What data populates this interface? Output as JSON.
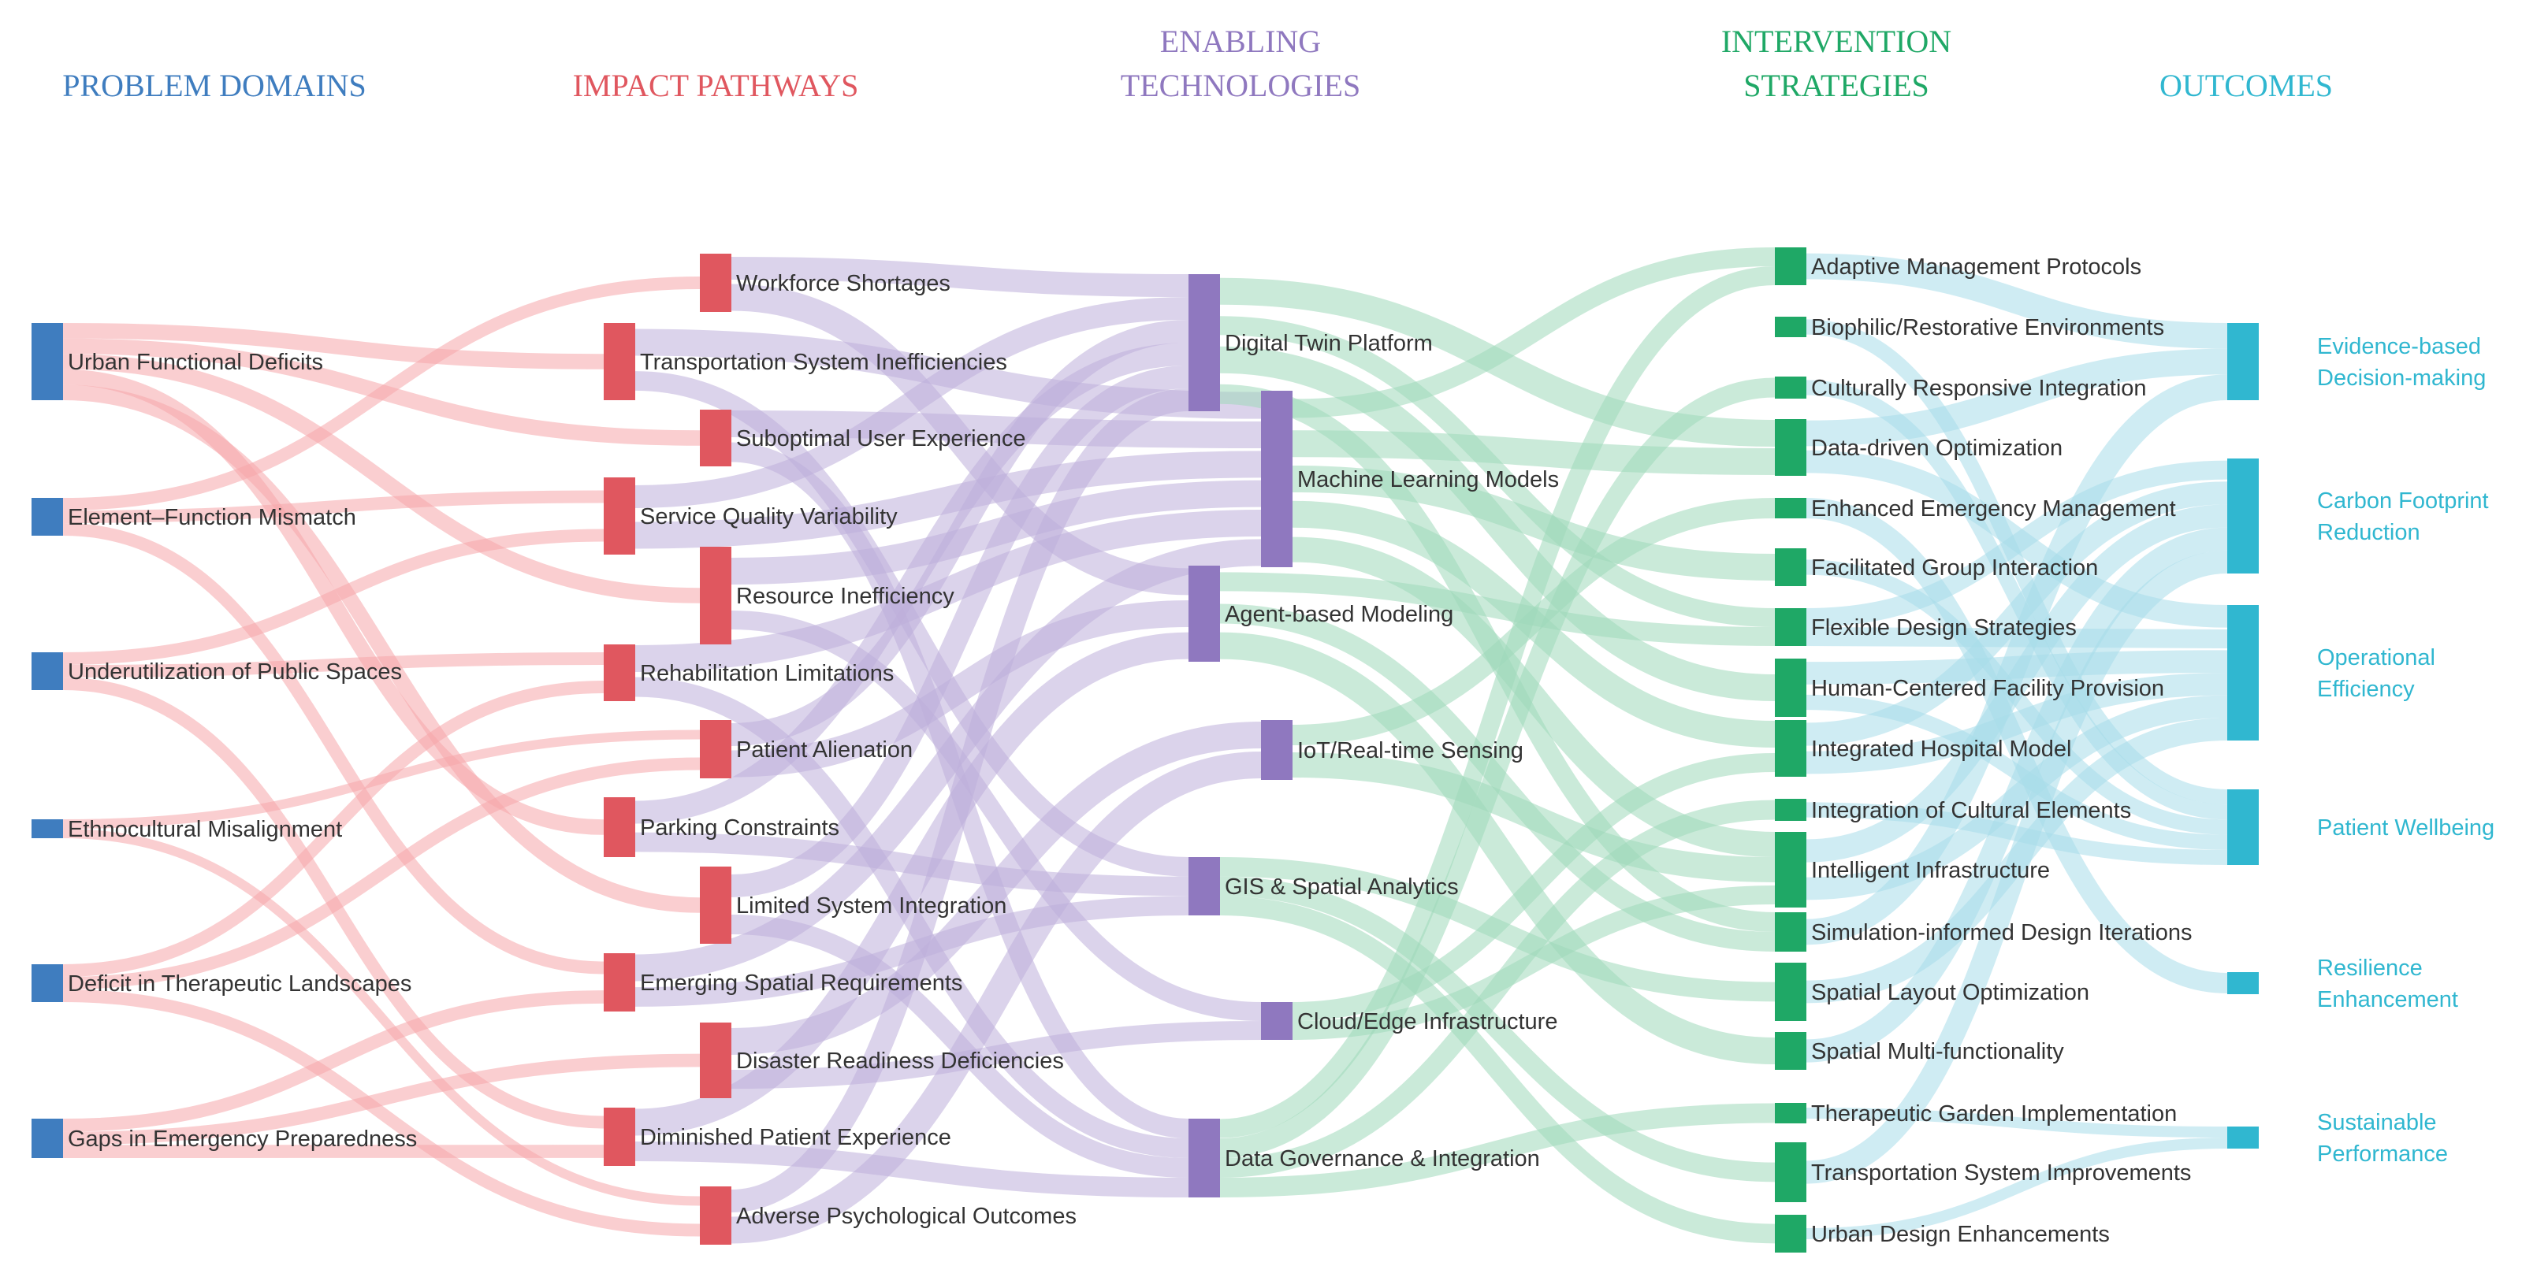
{
  "columns": [
    {
      "id": "problem",
      "title_lines": [
        "PROBLEM DOMAINS"
      ],
      "color": "#3f7dbf"
    },
    {
      "id": "impact",
      "title_lines": [
        "IMPACT PATHWAYS"
      ],
      "color": "#e0575f"
    },
    {
      "id": "tech",
      "title_lines": [
        "ENABLING",
        "TECHNOLOGIES"
      ],
      "color": "#8f78bf"
    },
    {
      "id": "strategy",
      "title_lines": [
        "INTERVENTION",
        "STRATEGIES"
      ],
      "color": "#1fa866"
    },
    {
      "id": "outcome",
      "title_lines": [
        "OUTCOMES"
      ],
      "color": "#30b7d0"
    }
  ],
  "link_colors": {
    "problem": "#f5a6aa",
    "impact": "#bdaedb",
    "tech": "#9fd9b9",
    "strategy": "#a8dce9"
  },
  "nodes": {
    "problem": [
      "Urban Functional Deficits",
      "Element–Function Mismatch",
      "Underutilization of Public Spaces",
      "Ethnocultural Misalignment",
      "Deficit in Therapeutic Landscapes",
      "Gaps in Emergency Preparedness"
    ],
    "impact": [
      "Workforce Shortages",
      "Transportation System Inefficiencies",
      "Suboptimal User Experience",
      "Service Quality Variability",
      "Resource Inefficiency",
      "Rehabilitation Limitations",
      "Patient Alienation",
      "Parking Constraints",
      "Limited System Integration",
      "Emerging Spatial Requirements",
      "Disaster Readiness Deficiencies",
      "Diminished Patient Experience",
      "Adverse Psychological Outcomes"
    ],
    "tech": [
      "Digital Twin Platform",
      "Machine Learning Models",
      "Agent-based Modeling",
      "IoT/Real-time Sensing",
      "GIS & Spatial Analytics",
      "Cloud/Edge Infrastructure",
      "Data Governance & Integration"
    ],
    "strategy": [
      "Adaptive Management Protocols",
      "Biophilic/Restorative Environments",
      "Culturally Responsive Integration",
      "Data-driven Optimization",
      "Enhanced Emergency Management",
      "Facilitated Group Interaction",
      "Flexible Design Strategies",
      "Human-Centered Facility Provision",
      "Integrated Hospital Model",
      "Integration of Cultural Elements",
      "Intelligent Infrastructure",
      "Simulation-informed Design Iterations",
      "Spatial Layout Optimization",
      "Spatial Multi-functionality",
      "Therapeutic Garden Implementation",
      "Transportation System Improvements",
      "Urban Design Enhancements"
    ],
    "outcome": [
      [
        "Evidence-based",
        "Decision-making"
      ],
      [
        "Carbon Footprint",
        "Reduction"
      ],
      [
        "Operational",
        "Efficiency"
      ],
      [
        "Patient Wellbeing"
      ],
      [
        "Resilience",
        "Enhancement"
      ],
      [
        "Sustainable",
        "Performance"
      ]
    ]
  },
  "links": [
    [
      "problem",
      0,
      "impact",
      1
    ],
    [
      "problem",
      0,
      "impact",
      2
    ],
    [
      "problem",
      0,
      "impact",
      4
    ],
    [
      "problem",
      0,
      "impact",
      7
    ],
    [
      "problem",
      0,
      "impact",
      8
    ],
    [
      "problem",
      1,
      "impact",
      0
    ],
    [
      "problem",
      1,
      "impact",
      3
    ],
    [
      "problem",
      1,
      "impact",
      9
    ],
    [
      "problem",
      2,
      "impact",
      3
    ],
    [
      "problem",
      2,
      "impact",
      5
    ],
    [
      "problem",
      2,
      "impact",
      11
    ],
    [
      "problem",
      3,
      "impact",
      6
    ],
    [
      "problem",
      3,
      "impact",
      12
    ],
    [
      "problem",
      4,
      "impact",
      5
    ],
    [
      "problem",
      4,
      "impact",
      6
    ],
    [
      "problem",
      4,
      "impact",
      12
    ],
    [
      "problem",
      5,
      "impact",
      10
    ],
    [
      "problem",
      5,
      "impact",
      9
    ],
    [
      "problem",
      5,
      "impact",
      11
    ],
    [
      "impact",
      0,
      "tech",
      0
    ],
    [
      "impact",
      0,
      "tech",
      2
    ],
    [
      "impact",
      1,
      "tech",
      1
    ],
    [
      "impact",
      1,
      "tech",
      4
    ],
    [
      "impact",
      2,
      "tech",
      1
    ],
    [
      "impact",
      2,
      "tech",
      6
    ],
    [
      "impact",
      3,
      "tech",
      0
    ],
    [
      "impact",
      3,
      "tech",
      1
    ],
    [
      "impact",
      4,
      "tech",
      1
    ],
    [
      "impact",
      4,
      "tech",
      5
    ],
    [
      "impact",
      5,
      "tech",
      1
    ],
    [
      "impact",
      5,
      "tech",
      6
    ],
    [
      "impact",
      6,
      "tech",
      0
    ],
    [
      "impact",
      6,
      "tech",
      2
    ],
    [
      "impact",
      7,
      "tech",
      0
    ],
    [
      "impact",
      7,
      "tech",
      4
    ],
    [
      "impact",
      8,
      "tech",
      0
    ],
    [
      "impact",
      8,
      "tech",
      6
    ],
    [
      "impact",
      9,
      "tech",
      1
    ],
    [
      "impact",
      9,
      "tech",
      4
    ],
    [
      "impact",
      10,
      "tech",
      3
    ],
    [
      "impact",
      10,
      "tech",
      5
    ],
    [
      "impact",
      11,
      "tech",
      2
    ],
    [
      "impact",
      11,
      "tech",
      6
    ],
    [
      "impact",
      12,
      "tech",
      0
    ],
    [
      "impact",
      12,
      "tech",
      3
    ],
    [
      "tech",
      0,
      "strategy",
      3
    ],
    [
      "tech",
      0,
      "strategy",
      7
    ],
    [
      "tech",
      0,
      "strategy",
      11
    ],
    [
      "tech",
      0,
      "strategy",
      6
    ],
    [
      "tech",
      1,
      "strategy",
      0
    ],
    [
      "tech",
      1,
      "strategy",
      3
    ],
    [
      "tech",
      1,
      "strategy",
      5
    ],
    [
      "tech",
      1,
      "strategy",
      8
    ],
    [
      "tech",
      1,
      "strategy",
      10
    ],
    [
      "tech",
      2,
      "strategy",
      6
    ],
    [
      "tech",
      2,
      "strategy",
      11
    ],
    [
      "tech",
      2,
      "strategy",
      13
    ],
    [
      "tech",
      3,
      "strategy",
      4
    ],
    [
      "tech",
      3,
      "strategy",
      10
    ],
    [
      "tech",
      4,
      "strategy",
      12
    ],
    [
      "tech",
      4,
      "strategy",
      15
    ],
    [
      "tech",
      4,
      "strategy",
      16
    ],
    [
      "tech",
      5,
      "strategy",
      8
    ],
    [
      "tech",
      5,
      "strategy",
      10
    ],
    [
      "tech",
      6,
      "strategy",
      0
    ],
    [
      "tech",
      6,
      "strategy",
      2
    ],
    [
      "tech",
      6,
      "strategy",
      14
    ],
    [
      "tech",
      6,
      "strategy",
      9
    ],
    [
      "strategy",
      0,
      "outcome",
      0
    ],
    [
      "strategy",
      1,
      "outcome",
      3
    ],
    [
      "strategy",
      2,
      "outcome",
      3
    ],
    [
      "strategy",
      3,
      "outcome",
      0
    ],
    [
      "strategy",
      3,
      "outcome",
      2
    ],
    [
      "strategy",
      4,
      "outcome",
      4
    ],
    [
      "strategy",
      5,
      "outcome",
      3
    ],
    [
      "strategy",
      6,
      "outcome",
      1
    ],
    [
      "strategy",
      6,
      "outcome",
      2
    ],
    [
      "strategy",
      7,
      "outcome",
      2
    ],
    [
      "strategy",
      7,
      "outcome",
      3
    ],
    [
      "strategy",
      8,
      "outcome",
      2
    ],
    [
      "strategy",
      8,
      "outcome",
      1
    ],
    [
      "strategy",
      9,
      "outcome",
      3
    ],
    [
      "strategy",
      10,
      "outcome",
      1
    ],
    [
      "strategy",
      10,
      "outcome",
      2
    ],
    [
      "strategy",
      11,
      "outcome",
      0
    ],
    [
      "strategy",
      12,
      "outcome",
      2
    ],
    [
      "strategy",
      13,
      "outcome",
      1
    ],
    [
      "strategy",
      14,
      "outcome",
      5
    ],
    [
      "strategy",
      15,
      "outcome",
      1
    ],
    [
      "strategy",
      16,
      "outcome",
      5
    ]
  ]
}
